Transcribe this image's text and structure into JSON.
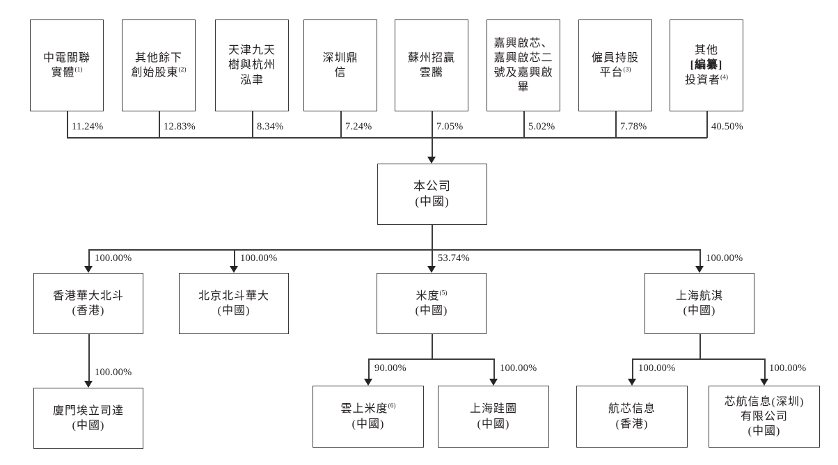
{
  "colors": {
    "background": "#ffffff",
    "line": "#3d3a3a",
    "text": "#231f20"
  },
  "org": {
    "shareholders": [
      {
        "lines": [
          [
            {
              "text": "中電關聯"
            }
          ],
          [
            {
              "text": "實體"
            },
            {
              "text": "(1)",
              "sup": true
            }
          ]
        ],
        "percent": "11.24%"
      },
      {
        "lines": [
          [
            {
              "text": "其他餘下"
            }
          ],
          [
            {
              "text": "創始股東"
            },
            {
              "text": "(2)",
              "sup": true
            }
          ]
        ],
        "percent": "12.83%"
      },
      {
        "lines": [
          [
            {
              "text": "天津九天"
            }
          ],
          [
            {
              "text": "樹與杭州"
            }
          ],
          [
            {
              "text": "泓聿"
            }
          ]
        ],
        "percent": "8.34%"
      },
      {
        "lines": [
          [
            {
              "text": "深圳鼎"
            }
          ],
          [
            {
              "text": "信"
            }
          ]
        ],
        "percent": "7.24%"
      },
      {
        "lines": [
          [
            {
              "text": "蘇州招贏"
            }
          ],
          [
            {
              "text": "雲騰"
            }
          ]
        ],
        "percent": "7.05%"
      },
      {
        "lines": [
          [
            {
              "text": "嘉興啟芯、"
            }
          ],
          [
            {
              "text": "嘉興啟芯二"
            }
          ],
          [
            {
              "text": "號及嘉興啟"
            }
          ],
          [
            {
              "text": "畢"
            }
          ]
        ],
        "percent": "5.02%"
      },
      {
        "lines": [
          [
            {
              "text": "僱員持股"
            }
          ],
          [
            {
              "text": "平台"
            },
            {
              "text": "(3)",
              "sup": true
            }
          ]
        ],
        "percent": "7.78%"
      },
      {
        "lines": [
          [
            {
              "text": "其他"
            }
          ],
          [
            {
              "text": "[編纂]",
              "bold": true
            }
          ],
          [
            {
              "text": "投資者"
            },
            {
              "text": "(4)",
              "sup": true
            }
          ]
        ],
        "percent": "40.50%"
      }
    ],
    "company": {
      "lines": [
        [
          {
            "text": "本公司"
          }
        ],
        [
          {
            "text": "(中國)"
          }
        ]
      ]
    },
    "level1": [
      {
        "lines": [
          [
            {
              "text": "香港華大北斗"
            }
          ],
          [
            {
              "text": "(香港)"
            }
          ]
        ],
        "percent": "100.00%"
      },
      {
        "lines": [
          [
            {
              "text": "北京北斗華大"
            }
          ],
          [
            {
              "text": "(中國)"
            }
          ]
        ],
        "percent": "100.00%"
      },
      {
        "lines": [
          [
            {
              "text": "米度"
            },
            {
              "text": "(5)",
              "sup": true
            }
          ],
          [
            {
              "text": "(中國)"
            }
          ]
        ],
        "percent": "53.74%"
      },
      {
        "lines": [
          [
            {
              "text": "上海航淇"
            }
          ],
          [
            {
              "text": "(中國)"
            }
          ]
        ],
        "percent": "100.00%"
      }
    ],
    "level2": [
      {
        "lines": [
          [
            {
              "text": "廈門埃立司達"
            }
          ],
          [
            {
              "text": "(中國)"
            }
          ]
        ],
        "percent": "100.00%"
      },
      {
        "lines": [
          [
            {
              "text": "雲上米度"
            },
            {
              "text": "(6)",
              "sup": true
            }
          ],
          [
            {
              "text": "(中國)"
            }
          ]
        ],
        "percent": "90.00%"
      },
      {
        "lines": [
          [
            {
              "text": "上海跬圖"
            }
          ],
          [
            {
              "text": "(中國)"
            }
          ]
        ],
        "percent": "100.00%"
      },
      {
        "lines": [
          [
            {
              "text": "航芯信息"
            }
          ],
          [
            {
              "text": "(香港)"
            }
          ]
        ],
        "percent": "100.00%"
      },
      {
        "lines": [
          [
            {
              "text": "芯航信息(深圳)"
            }
          ],
          [
            {
              "text": "有限公司"
            }
          ],
          [
            {
              "text": "(中國)"
            }
          ]
        ],
        "percent": "100.00%"
      }
    ]
  }
}
